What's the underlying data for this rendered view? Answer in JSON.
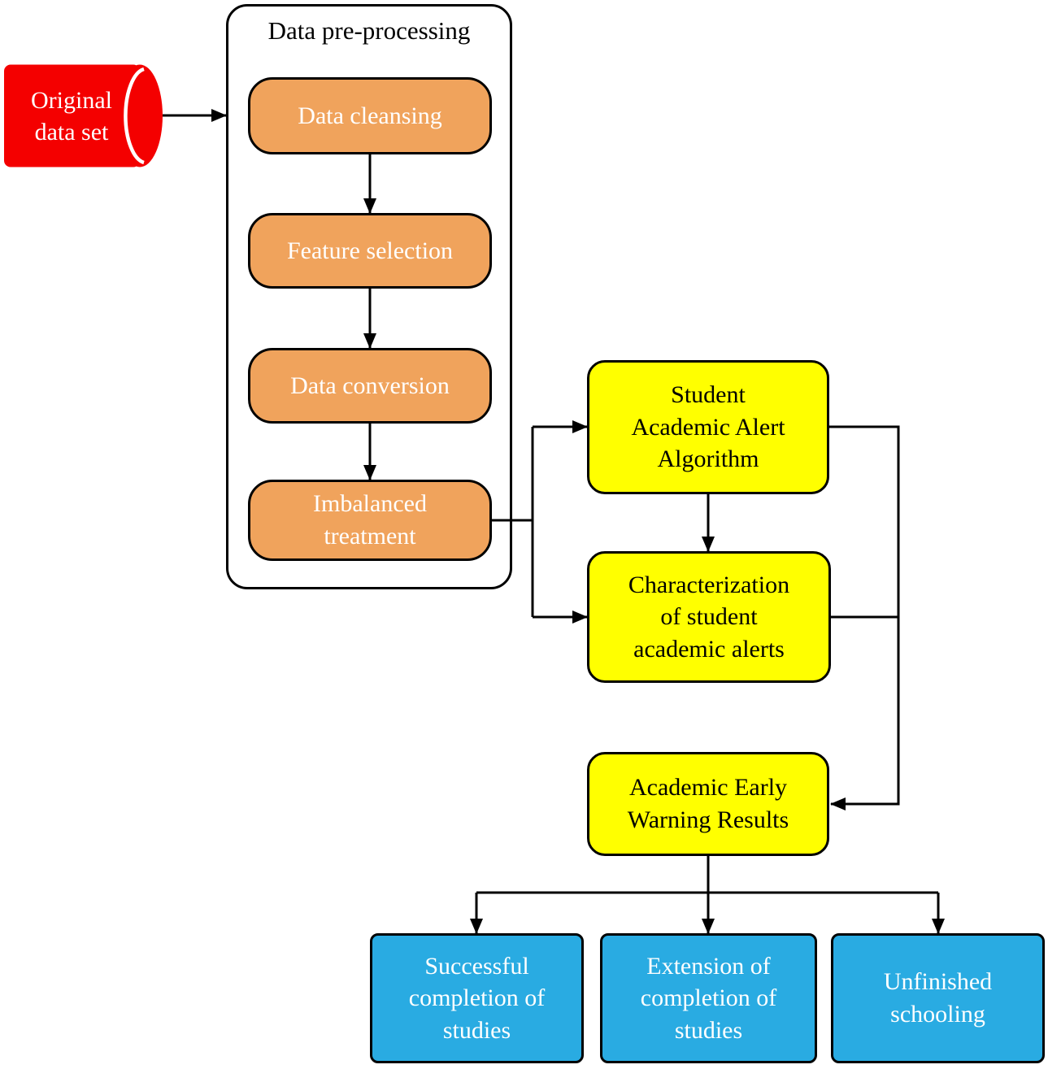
{
  "colors": {
    "red": "#f40000",
    "orange": "#f0a35c",
    "yellow": "#ffff00",
    "blue": "#29abe2",
    "line": "#000000"
  },
  "diagram": {
    "source": {
      "label": "Original\ndata set"
    },
    "preprocessing": {
      "title": "Data pre-processing",
      "steps": [
        "Data cleansing",
        "Feature selection",
        "Data conversion",
        "Imbalanced\ntreatment"
      ]
    },
    "analysis": {
      "alert_algorithm": "Student\nAcademic Alert\nAlgorithm",
      "characterization": "Characterization\nof student\nacademic alerts",
      "warning_results": "Academic Early\nWarning Results"
    },
    "outcomes": [
      "Successful\ncompletion of\nstudies",
      "Extension of\ncompletion of\nstudies",
      "Unfinished\nschooling"
    ]
  }
}
